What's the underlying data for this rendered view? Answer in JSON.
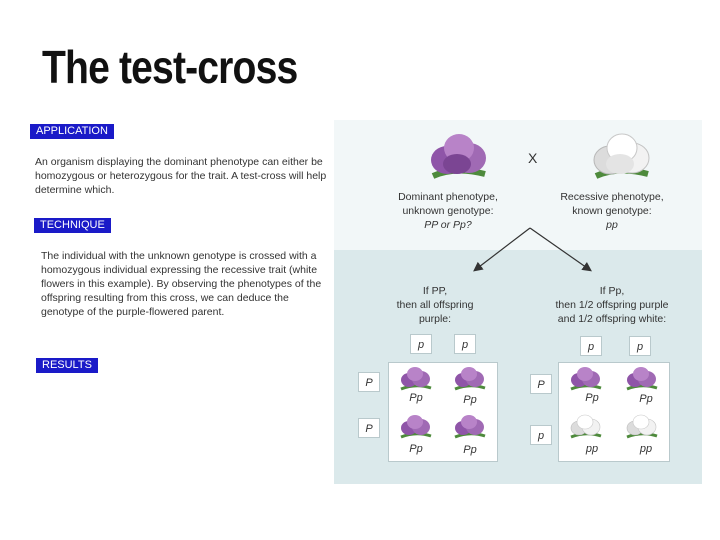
{
  "title": "The test-cross",
  "sections": {
    "application_label": "APPLICATION",
    "application_text": "An organism displaying the dominant phenotype can either be homozygous or heterozygous for the trait. A test-cross will help  determine which.",
    "technique_label": "TECHNIQUE",
    "technique_text": "The individual with the unknown genotype is crossed with a homozygous individual expressing the recessive trait (white flowers in this example).  By observing the phenotypes of the offspring resulting from this cross, we can deduce the genotype of the purple-flowered parent.",
    "results_label": "RESULTS"
  },
  "diagram": {
    "cross_symbol": "X",
    "dominant_parent_text": [
      "Dominant phenotype,",
      "unknown genotype:",
      "PP or Pp?"
    ],
    "recessive_parent_text": [
      "Recessive phenotype,",
      "known genotype:",
      "pp"
    ],
    "left_outcome_text": [
      "If PP,",
      "then all offspring",
      "purple:"
    ],
    "right_outcome_text": [
      "If Pp,",
      "then 1/2 offspring purple",
      "and 1/2 offspring white:"
    ],
    "left_square": {
      "col_headers": [
        "p",
        "p"
      ],
      "row_headers": [
        "P",
        "P"
      ],
      "cells": [
        [
          "Pp",
          "Pp"
        ],
        [
          "Pp",
          "Pp"
        ]
      ]
    },
    "right_square": {
      "col_headers": [
        "p",
        "p"
      ],
      "row_headers": [
        "P",
        "p"
      ],
      "cells": [
        [
          "Pp",
          "Pp"
        ],
        [
          "pp",
          "pp"
        ]
      ]
    }
  },
  "colors": {
    "label_box": "#1a1ac8",
    "purple_flower": "#a06ab4",
    "white_flower": "#f2f2f2",
    "panel_bg": "#dbe9eb"
  }
}
